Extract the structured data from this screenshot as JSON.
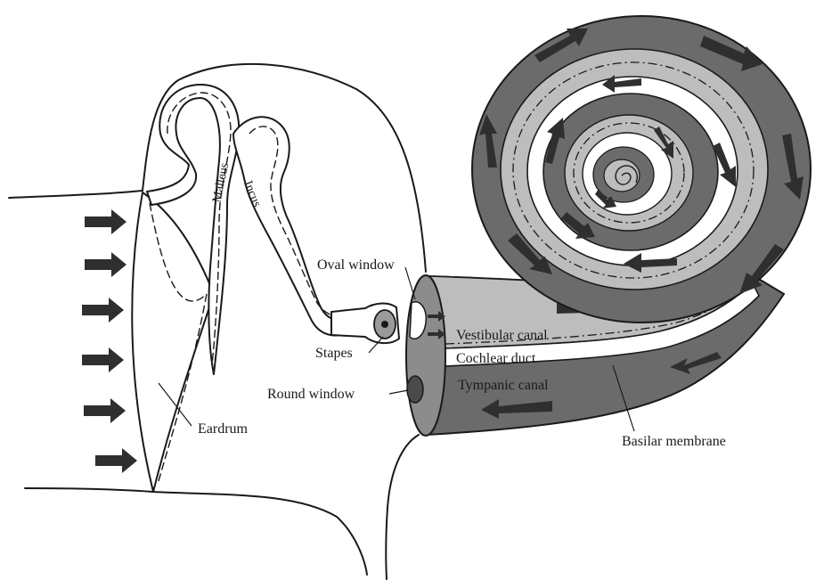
{
  "labels": {
    "malleus": "Malleus",
    "incus": "Incus",
    "oval_window": "Oval window",
    "stapes": "Stapes",
    "round_window": "Round window",
    "eardrum": "Eardrum",
    "vestibular_canal": "Vestibular canal",
    "cochlear_duct": "Cochlear duct",
    "tympanic_canal": "Tympanic canal",
    "basilar_membrane": "Basilar membrane"
  },
  "colors": {
    "ink": "#1a1a1a",
    "canal_dark": "#6b6b6b",
    "canal_light": "#bdbdbd",
    "background": "#ffffff"
  }
}
